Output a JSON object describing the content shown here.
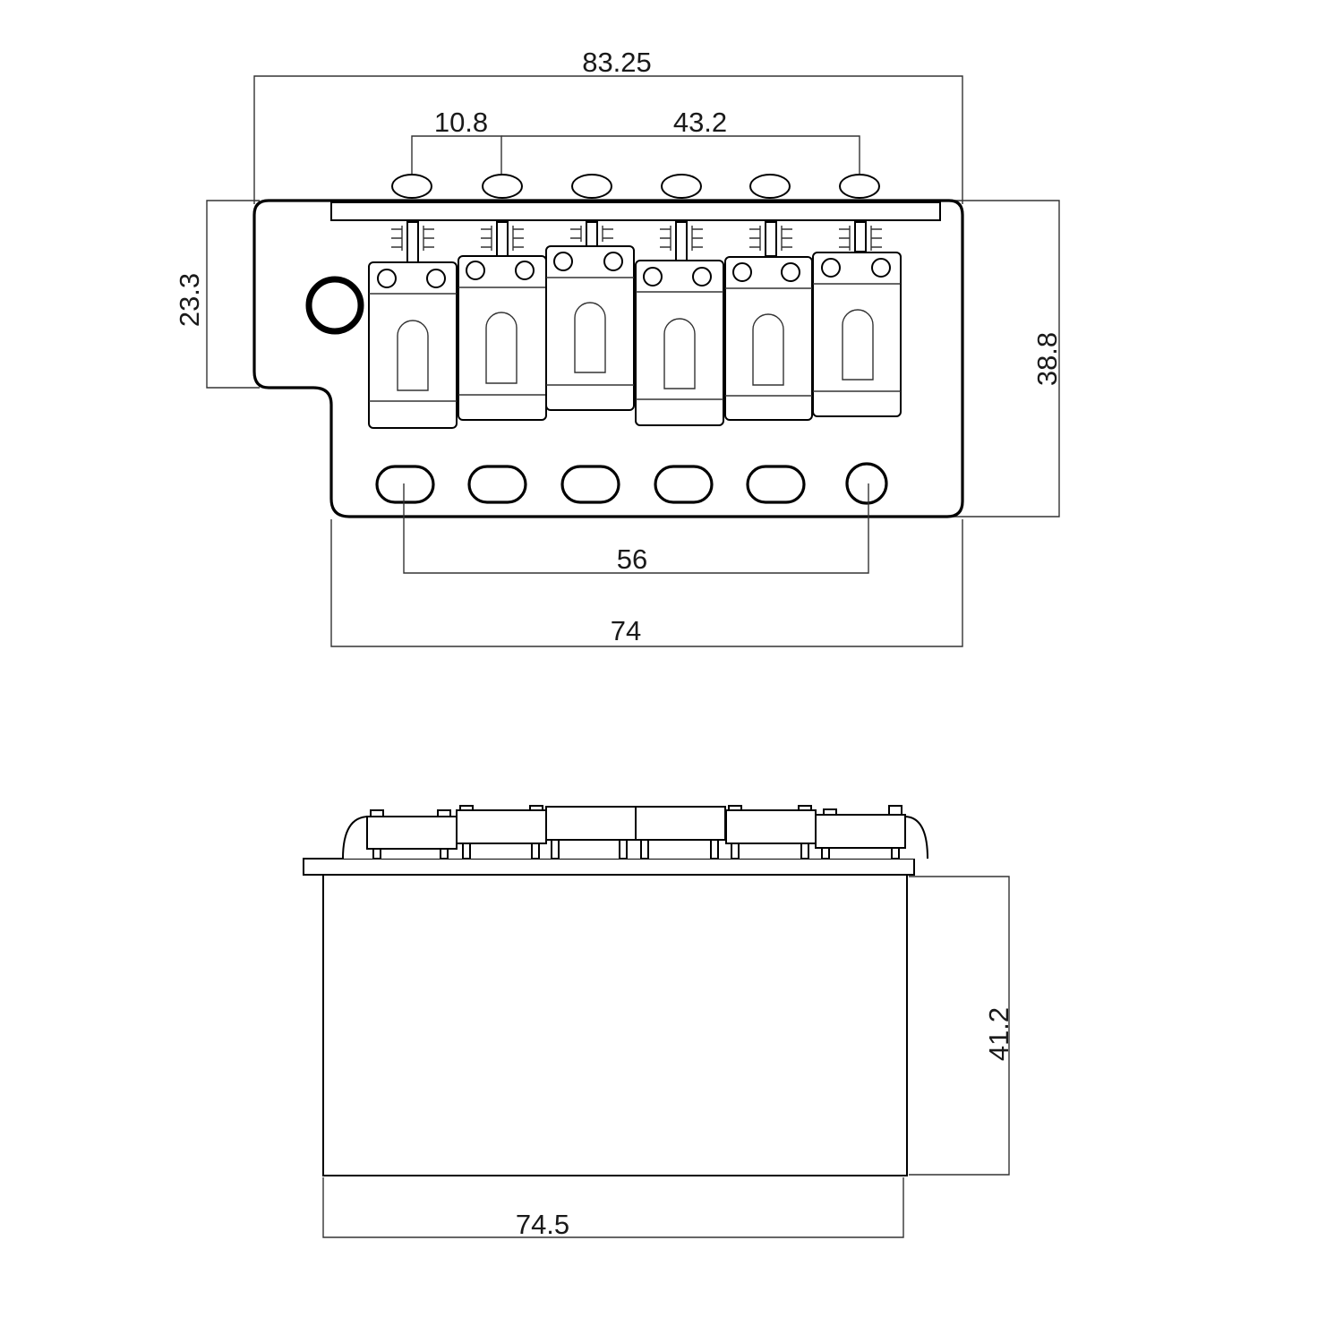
{
  "top_view": {
    "dimensions": {
      "overall_width": "83.25",
      "string_spacing": "10.8",
      "outer_string_span": "43.2",
      "bridge_depth_left": "23.3",
      "bridge_depth_total": "38.8",
      "mount_hole_span": "56",
      "plate_width": "74"
    },
    "saddle_count": 6,
    "mount_hole_count": 6
  },
  "side_view": {
    "dimensions": {
      "block_height": "41.2",
      "block_width": "74.5"
    }
  }
}
